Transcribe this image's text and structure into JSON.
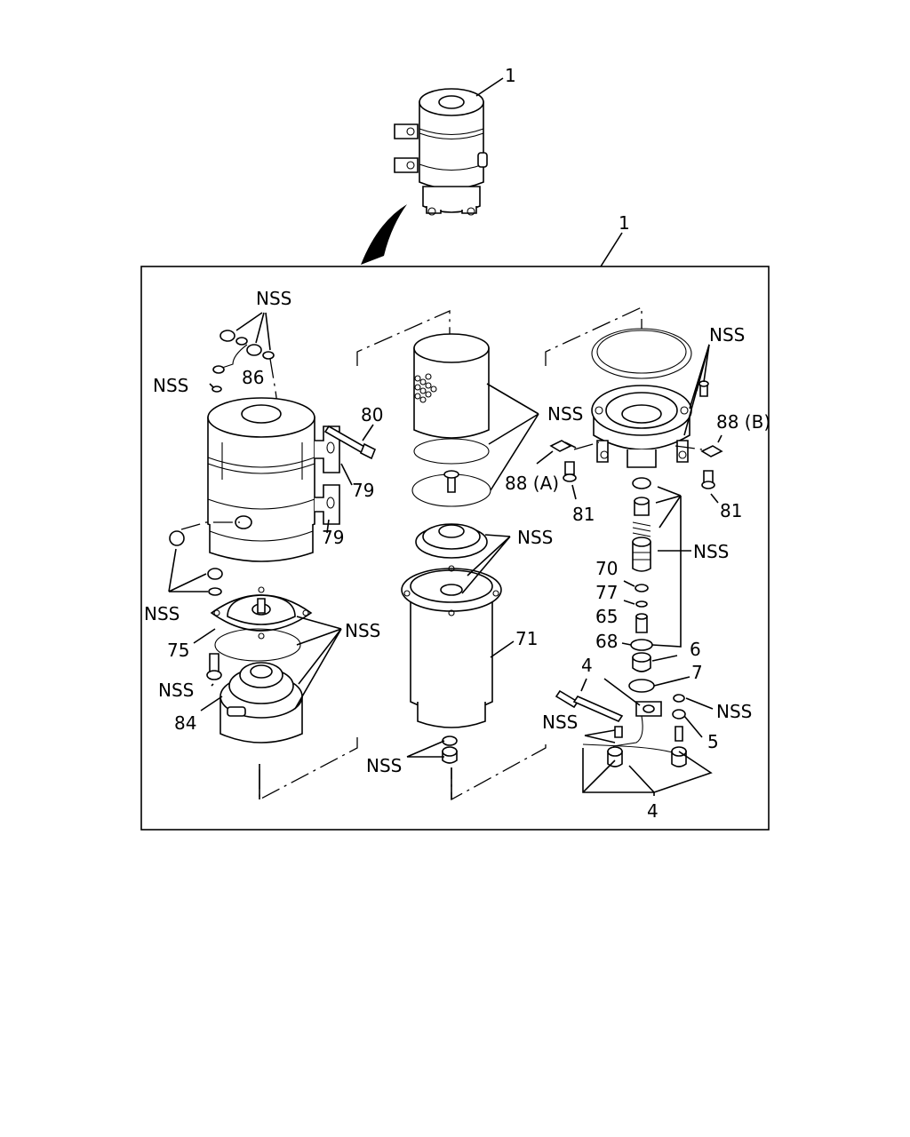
{
  "callouts": {
    "assembly_top": "1",
    "assembly_frame": "1",
    "nss_top_left": "NSS",
    "part_86": "86",
    "nss_left_upper": "NSS",
    "part_80": "80",
    "part_79_upper": "79",
    "part_79_lower": "79",
    "nss_left_mid": "NSS",
    "part_75": "75",
    "nss_left_cover": "NSS",
    "nss_left_bolt": "NSS",
    "part_84": "84",
    "nss_center_upper": "NSS",
    "nss_center_mid": "NSS",
    "part_71": "71",
    "nss_center_bottom": "NSS",
    "nss_right_top": "NSS",
    "part_88a": "88 (A)",
    "part_88b": "88 (B)",
    "part_81_left": "81",
    "part_81_right": "81",
    "nss_right_valve": "NSS",
    "part_70": "70",
    "part_77": "77",
    "part_65": "65",
    "part_68": "68",
    "part_6": "6",
    "part_7": "7",
    "part_4_upper": "4",
    "nss_right_lower": "NSS",
    "nss_sensor": "NSS",
    "part_5": "5",
    "part_4_lower": "4"
  }
}
